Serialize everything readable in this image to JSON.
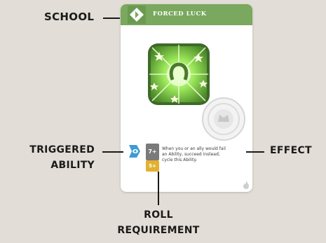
{
  "labels": {
    "school": "SCHOOL",
    "triggered_line1": "TRIGGERED",
    "triggered_line2": "ABILITY",
    "effect": "EFFECT",
    "roll_line1": "ROLL",
    "roll_line2": "REQUIREMENT"
  },
  "card": {
    "title": "FORCED LUCK",
    "roll_primary": "7+",
    "roll_secondary": "5+",
    "effect_text": "When you or an ally would fail an Ability, succeed instead; cycle this Ability."
  },
  "icons": {
    "school": "school-diamond-icon",
    "art": "horseshoe-icon",
    "trigger": "eye-icon",
    "roll_circle": "crest-icon",
    "footer": "flame-icon"
  },
  "colors": {
    "school_green": "#79a85e",
    "art_green": "#7bd94a",
    "roll_grey": "#7a7a7a",
    "roll_gold": "#e3b032",
    "trigger_blue": "#3d9ad6",
    "background": "#e2ddd6"
  }
}
